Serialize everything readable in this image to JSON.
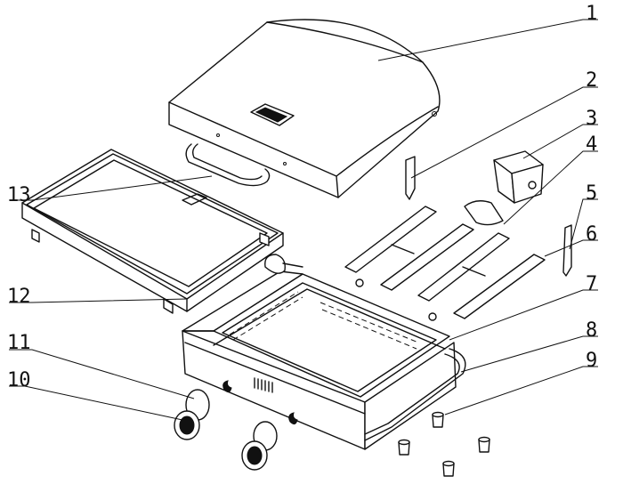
{
  "part_labels": [
    "1",
    "2",
    "3",
    "4",
    "5",
    "6",
    "7",
    "8",
    "9",
    "10",
    "11",
    "12",
    "13"
  ]
}
